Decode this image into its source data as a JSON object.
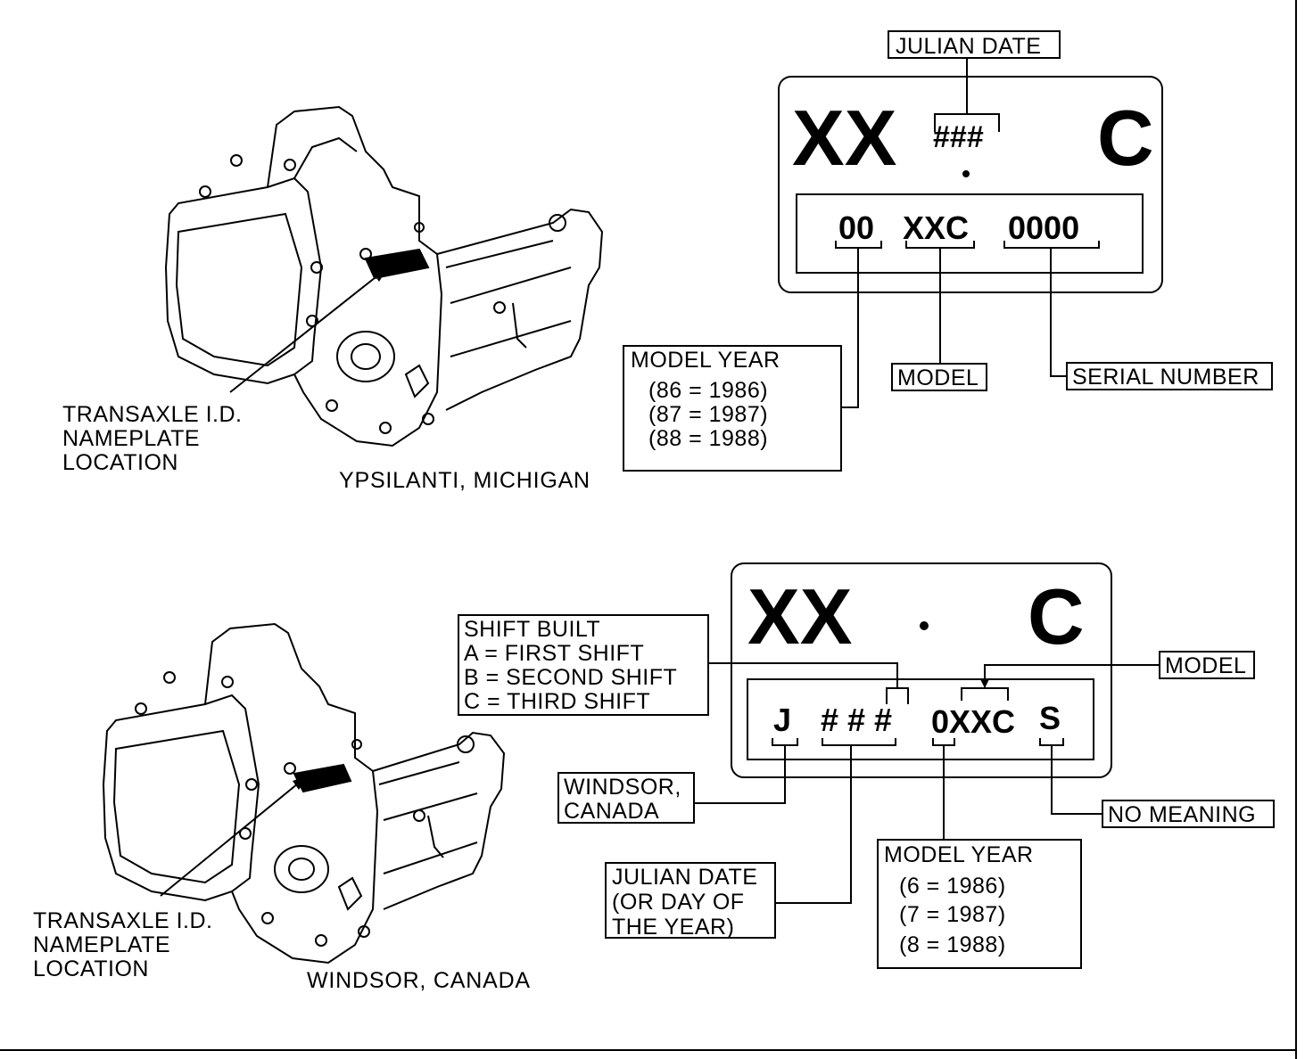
{
  "top": {
    "plate": {
      "left": "XX",
      "center": "###",
      "right": "C",
      "code_year": "00",
      "code_model": "XXC",
      "code_serial": "0000"
    },
    "julian_label": "JULIAN DATE",
    "model_label": "MODEL",
    "serial_label": "SERIAL NUMBER",
    "model_year": {
      "title": "MODEL YEAR",
      "lines": [
        "(86  =  1986)",
        "(87  =  1987)",
        "(88  =  1988)"
      ]
    },
    "nameplate_label": [
      "TRANSAXLE I.D.",
      "NAMEPLATE",
      "LOCATION"
    ],
    "caption": "YPSILANTI, MICHIGAN"
  },
  "bottom": {
    "plate": {
      "left": "XX",
      "right": "C",
      "code_plant": "J",
      "code_julian": "# # #",
      "code_model": "0XXC",
      "code_end": "S"
    },
    "shift": {
      "title": "SHIFT BUILT",
      "lines": [
        "A  =  FIRST SHIFT",
        "B  =  SECOND SHIFT",
        "C  =  THIRD SHIFT"
      ]
    },
    "model_label": "MODEL",
    "plant_label": [
      "WINDSOR,",
      "CANADA"
    ],
    "no_meaning_label": "NO MEANING",
    "julian_label": [
      "JULIAN DATE",
      "(OR DAY OF",
      "THE YEAR)"
    ],
    "model_year": {
      "title": "MODEL YEAR",
      "lines": [
        "(6  =  1986)",
        "(7  =  1987)",
        "(8  =  1988)"
      ]
    },
    "nameplate_label": [
      "TRANSAXLE I.D.",
      "NAMEPLATE",
      "LOCATION"
    ],
    "caption": "WINDSOR, CANADA"
  }
}
